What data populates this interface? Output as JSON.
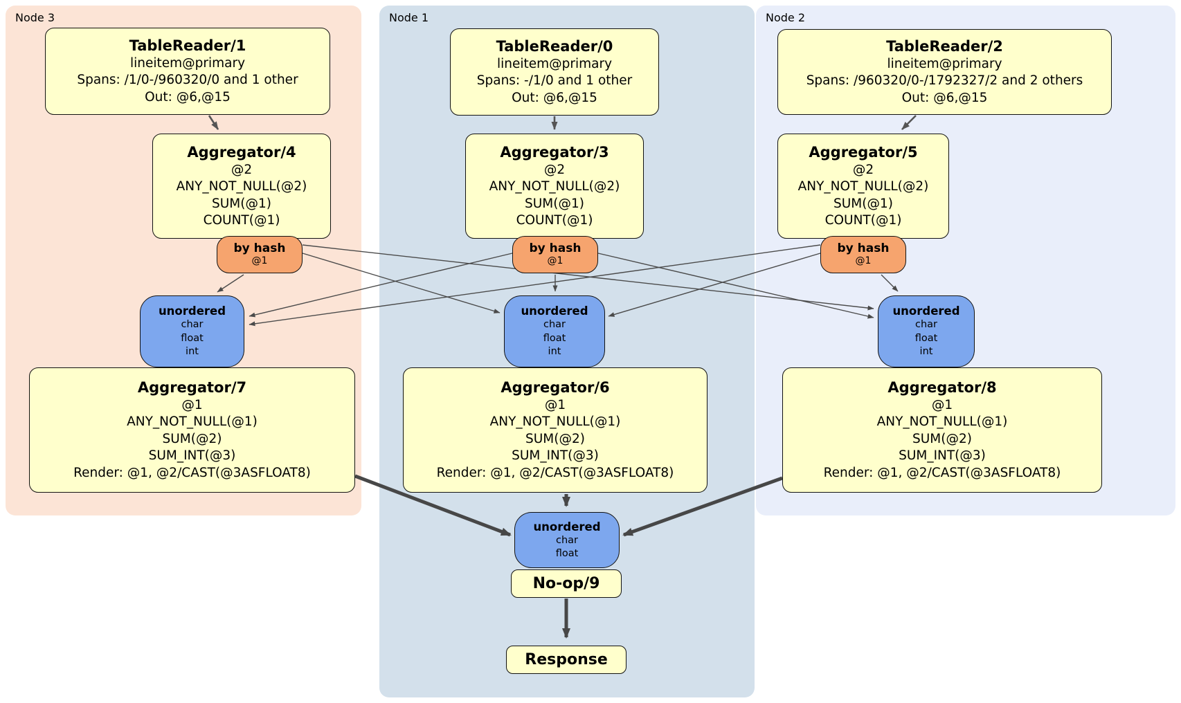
{
  "diagram_type": "distributed-query-plan",
  "nodes": [
    {
      "label": "Node 3",
      "table_reader": {
        "title": "TableReader/1",
        "lines": [
          "lineitem@primary",
          "Spans: /1/0-/960320/0 and 1 other",
          "Out: @6,@15"
        ]
      },
      "aggregator": {
        "title": "Aggregator/4",
        "lines": [
          "@2",
          "ANY_NOT_NULL(@2)",
          "SUM(@1)",
          "COUNT(@1)"
        ]
      },
      "router": {
        "title": "by hash",
        "key": "@1"
      },
      "sync": {
        "title": "unordered",
        "lines": [
          "char",
          "float",
          "int"
        ]
      },
      "final_aggregator": {
        "title": "Aggregator/7",
        "lines": [
          "@1",
          "ANY_NOT_NULL(@1)",
          "SUM(@2)",
          "SUM_INT(@3)",
          "Render: @1, @2/CAST(@3ASFLOAT8)"
        ]
      }
    },
    {
      "label": "Node 1",
      "table_reader": {
        "title": "TableReader/0",
        "lines": [
          "lineitem@primary",
          "Spans: -/1/0 and 1 other",
          "Out: @6,@15"
        ]
      },
      "aggregator": {
        "title": "Aggregator/3",
        "lines": [
          "@2",
          "ANY_NOT_NULL(@2)",
          "SUM(@1)",
          "COUNT(@1)"
        ]
      },
      "router": {
        "title": "by hash",
        "key": "@1"
      },
      "sync": {
        "title": "unordered",
        "lines": [
          "char",
          "float",
          "int"
        ]
      },
      "final_aggregator": {
        "title": "Aggregator/6",
        "lines": [
          "@1",
          "ANY_NOT_NULL(@1)",
          "SUM(@2)",
          "SUM_INT(@3)",
          "Render: @1, @2/CAST(@3ASFLOAT8)"
        ]
      }
    },
    {
      "label": "Node 2",
      "table_reader": {
        "title": "TableReader/2",
        "lines": [
          "lineitem@primary",
          "Spans: /960320/0-/1792327/2 and 2 others",
          "Out: @6,@15"
        ]
      },
      "aggregator": {
        "title": "Aggregator/5",
        "lines": [
          "@2",
          "ANY_NOT_NULL(@2)",
          "SUM(@1)",
          "COUNT(@1)"
        ]
      },
      "router": {
        "title": "by hash",
        "key": "@1"
      },
      "sync": {
        "title": "unordered",
        "lines": [
          "char",
          "float",
          "int"
        ]
      },
      "final_aggregator": {
        "title": "Aggregator/8",
        "lines": [
          "@1",
          "ANY_NOT_NULL(@1)",
          "SUM(@2)",
          "SUM_INT(@3)",
          "Render: @1, @2/CAST(@3ASFLOAT8)"
        ]
      }
    }
  ],
  "output": {
    "sync": {
      "title": "unordered",
      "lines": [
        "char",
        "float"
      ]
    },
    "noop": {
      "title": "No-op/9"
    },
    "response": {
      "title": "Response"
    }
  },
  "colors": {
    "panel_node3": "#fce4d6",
    "panel_node1": "#d3e0eb",
    "panel_node2": "#e9eefa",
    "processor_fill": "#ffffcc",
    "router_fill": "#f6a46e",
    "sync_fill": "#7da7ee",
    "border": "#111111",
    "edge_thin": "#4a4a4a",
    "edge_thick": "#474747"
  }
}
